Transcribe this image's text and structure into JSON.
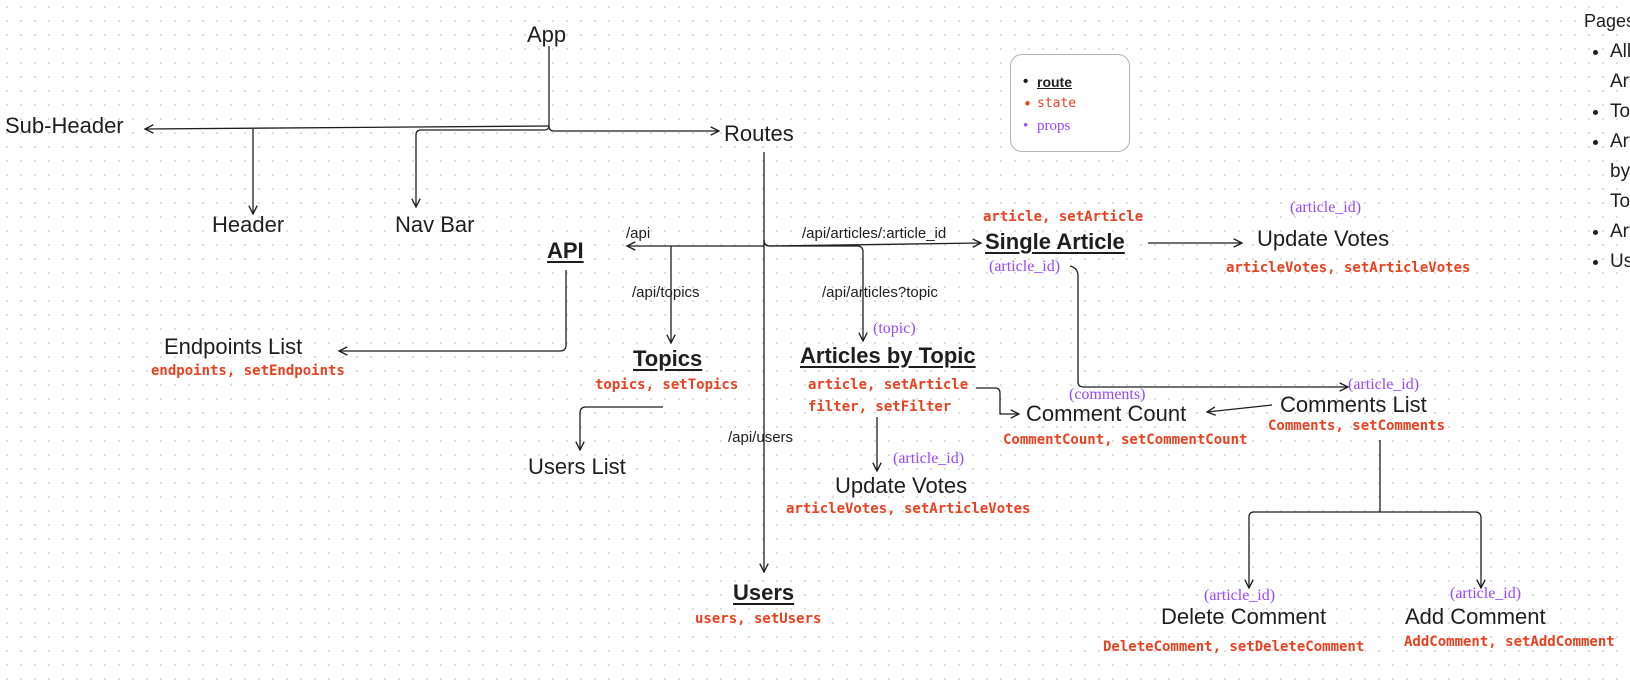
{
  "nodes": {
    "app": "App",
    "sub_header": "Sub-Header",
    "routes": "Routes",
    "header": "Header",
    "nav_bar": "Nav Bar",
    "api": "API",
    "endpoints_list": "Endpoints List",
    "topics": "Topics",
    "users_list": "Users List",
    "articles_by_topic": "Articles by Topic",
    "single_article": "Single Article",
    "update_votes_top": "Update Votes",
    "update_votes_mid": "Update Votes",
    "comment_count": "Comment Count",
    "comments_list": "Comments List",
    "delete_comment": "Delete Comment",
    "add_comment": "Add Comment",
    "users": "Users"
  },
  "paths": {
    "api": "/api",
    "api_topics": "/api/topics",
    "api_article_id": "/api/articles/:article_id",
    "api_articles_topic": "/api/articles?topic",
    "api_users": "/api/users"
  },
  "state": {
    "endpoints": "endpoints, setEndpoints",
    "topics": "topics, setTopics",
    "article_topic": "article, setArticle",
    "filter": "filter, setFilter",
    "article_single": "article, setArticle",
    "article_votes_top": "articleVotes, setArticleVotes",
    "article_votes_mid": "articleVotes, setArticleVotes",
    "comment_count": "CommentCount, setCommentCount",
    "comments": "Comments, setComments",
    "delete_comment": "DeleteComment, setDeleteComment",
    "add_comment": "AddComment, setAddComment",
    "users": "users, setUsers"
  },
  "props": {
    "topic": "(topic)",
    "single_article_id": "(article_id)",
    "update_votes_top_id": "(article_id)",
    "update_votes_mid_id": "(article_id)",
    "comments": "(comments)",
    "comments_list_id": "(article_id)",
    "delete_comment_id": "(article_id)",
    "add_comment_id": "(article_id)"
  },
  "legend": {
    "route": "route",
    "state": "state",
    "props": "props"
  },
  "pages": {
    "title": "Pages",
    "items": [
      "All Articles",
      "Topics",
      "Article by Topic",
      "Article",
      "Users"
    ]
  },
  "colors": {
    "state": "#e9401f",
    "props": "#9747ff",
    "line": "#1e1e1e"
  }
}
